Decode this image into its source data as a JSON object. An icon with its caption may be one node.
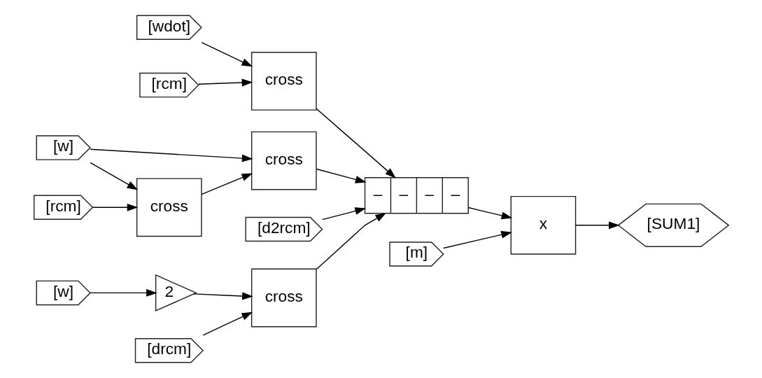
{
  "diagram": {
    "nodes": [
      {
        "text": [
          "[wdot]"
        ]
      },
      {
        "text": [
          "[rcm]"
        ]
      },
      {
        "text": [
          "cross"
        ]
      },
      {
        "text": [
          "[w]"
        ]
      },
      {
        "text": [
          "cross"
        ]
      },
      {
        "text": [
          "[rcm]"
        ]
      },
      {
        "text": [
          "cross"
        ]
      },
      {
        "text": [
          "[d2rcm]"
        ]
      },
      {
        "text": [
          "[w]"
        ]
      },
      {
        "text": [
          "2"
        ]
      },
      {
        "text": [
          "[drcm]"
        ]
      },
      {
        "text": [
          "cross"
        ]
      },
      {
        "text": [
          "–",
          "–",
          "–",
          "–"
        ]
      },
      {
        "text": [
          "[m]"
        ]
      },
      {
        "text": [
          "x"
        ]
      },
      {
        "text": [
          "[SUM1]"
        ]
      }
    ],
    "edges": [
      {
        "from": 0,
        "to": 2,
        "arrow": "to"
      },
      {
        "from": 1,
        "to": 2,
        "arrow": "to"
      },
      {
        "from": 3,
        "to": 4,
        "arrow": "to"
      },
      {
        "from": 3,
        "to": 6,
        "arrow": "to"
      },
      {
        "from": 5,
        "to": 6,
        "arrow": "to"
      },
      {
        "from": 6,
        "to": 4,
        "arrow": "to"
      },
      {
        "from": 2,
        "to": 12,
        "arrow": "to"
      },
      {
        "from": 4,
        "to": 12,
        "arrow": "to"
      },
      {
        "from": 7,
        "to": 12,
        "arrow": "to"
      },
      {
        "from": 8,
        "to": 9,
        "arrow": "to"
      },
      {
        "from": 9,
        "to": 11,
        "arrow": "to"
      },
      {
        "from": 10,
        "to": 11,
        "arrow": "to"
      },
      {
        "from": 11,
        "to": 12,
        "arrow": "to"
      },
      {
        "from": 13,
        "to": 14,
        "arrow": "to"
      },
      {
        "from": 12,
        "to": 14,
        "arrow": "to"
      },
      {
        "from": 14,
        "to": 15,
        "arrow": "to"
      }
    ]
  }
}
